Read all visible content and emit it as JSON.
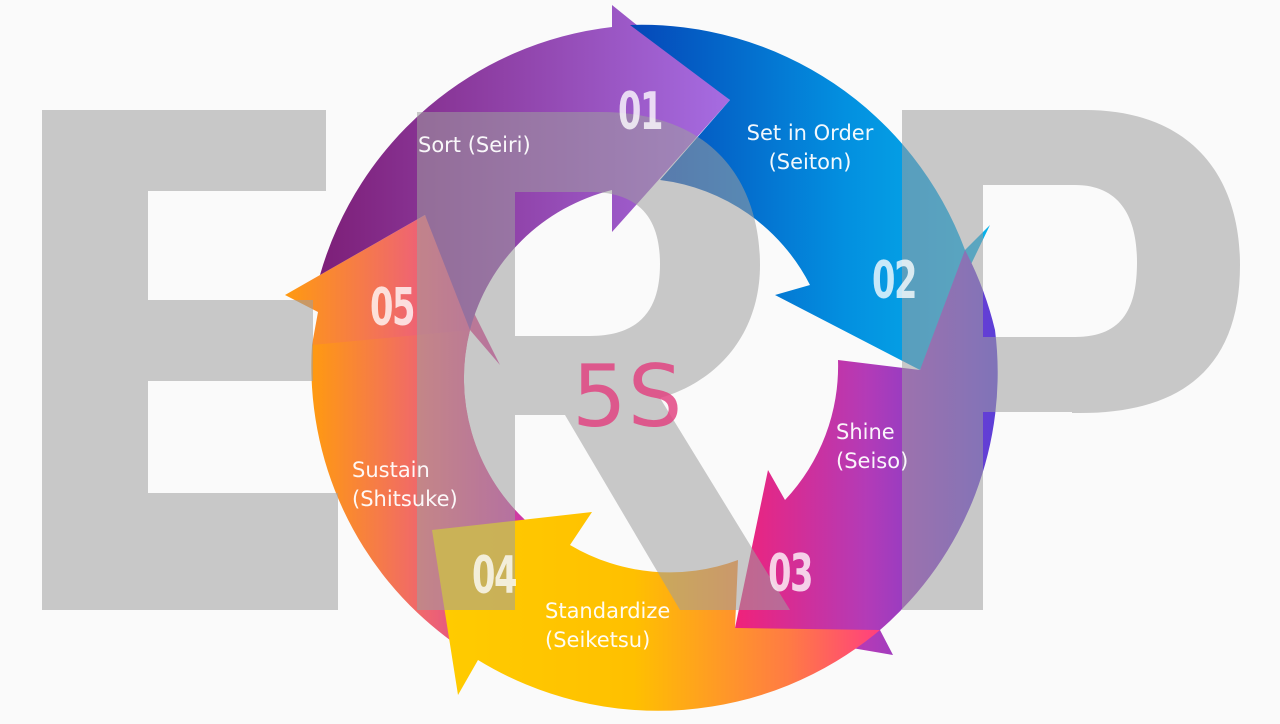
{
  "diagram": {
    "title": "5S",
    "background_text": "ERP",
    "steps": [
      {
        "number": "01",
        "label_line1": "Sort (Seiri)",
        "label_line2": "",
        "color_start": "#8e2a82",
        "color_end": "#a46ae0"
      },
      {
        "number": "02",
        "label_line1": "Set in Order",
        "label_line2": "(Seiton)",
        "color_start": "#0752c0",
        "color_end": "#0aa0e4"
      },
      {
        "number": "03",
        "label_line1": "Shine",
        "label_line2": "(Seiso)",
        "color_start": "#f02b79",
        "color_end": "#6a45d8"
      },
      {
        "number": "04",
        "label_line1": "Standardize",
        "label_line2": "(Seiketsu)",
        "color_start": "#ffc800",
        "color_end": "#ff4f7a"
      },
      {
        "number": "05",
        "label_line1": "Sustain",
        "label_line2": "(Shitsuke)",
        "color_start": "#ff9a12",
        "color_end": "#c33aa8"
      }
    ],
    "colors": {
      "background": "#fafafa",
      "letters_gray": "#b4b4b4",
      "title_pink": "#e2407f"
    }
  }
}
